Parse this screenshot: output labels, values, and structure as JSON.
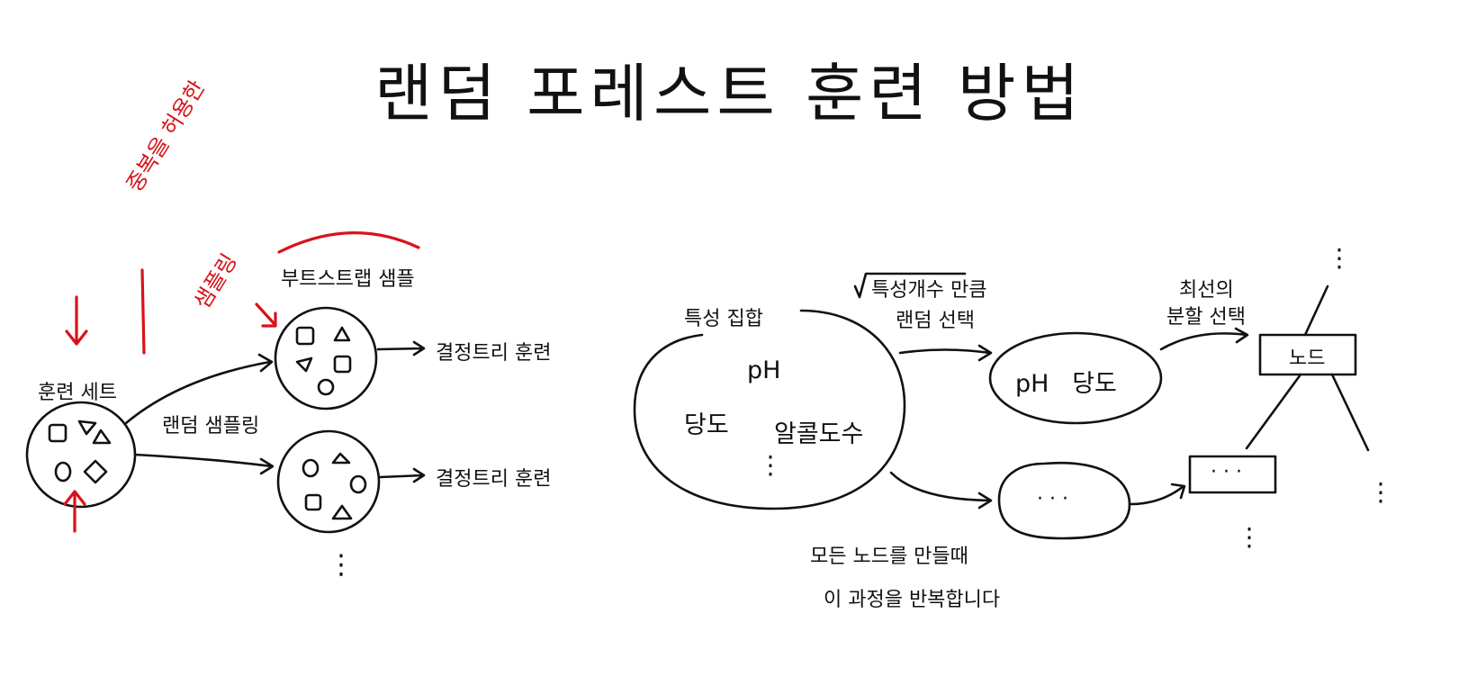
{
  "title": "랜덤 포레스트 훈련 방법",
  "left": {
    "training_set_label": "훈련 세트",
    "bootstrap_label": "부트스트랩 샘플",
    "random_sampling_label": "랜덤 샘플링",
    "tree_train_1": "결정트리 훈련",
    "tree_train_2": "결정트리 훈련",
    "red_annotation_1": "중복을 허용한",
    "red_annotation_2": "샘플링",
    "ellipsis": "⋮"
  },
  "right": {
    "feature_set_label": "특성 집합",
    "features": [
      "pH",
      "당도",
      "알콜도수"
    ],
    "sqrt_label": "특성개수 만큼",
    "random_select_label": "랜덤 선택",
    "selected_features": "pH   당도",
    "best_split_label_1": "최선의",
    "best_split_label_2": "분할 선택",
    "node_label": "노드",
    "dots_label": "· · ·",
    "repeat_label_1": "모든 노드를 만들때",
    "repeat_label_2": "이 과정을 반복합니다",
    "ellipsis": "⋮"
  }
}
